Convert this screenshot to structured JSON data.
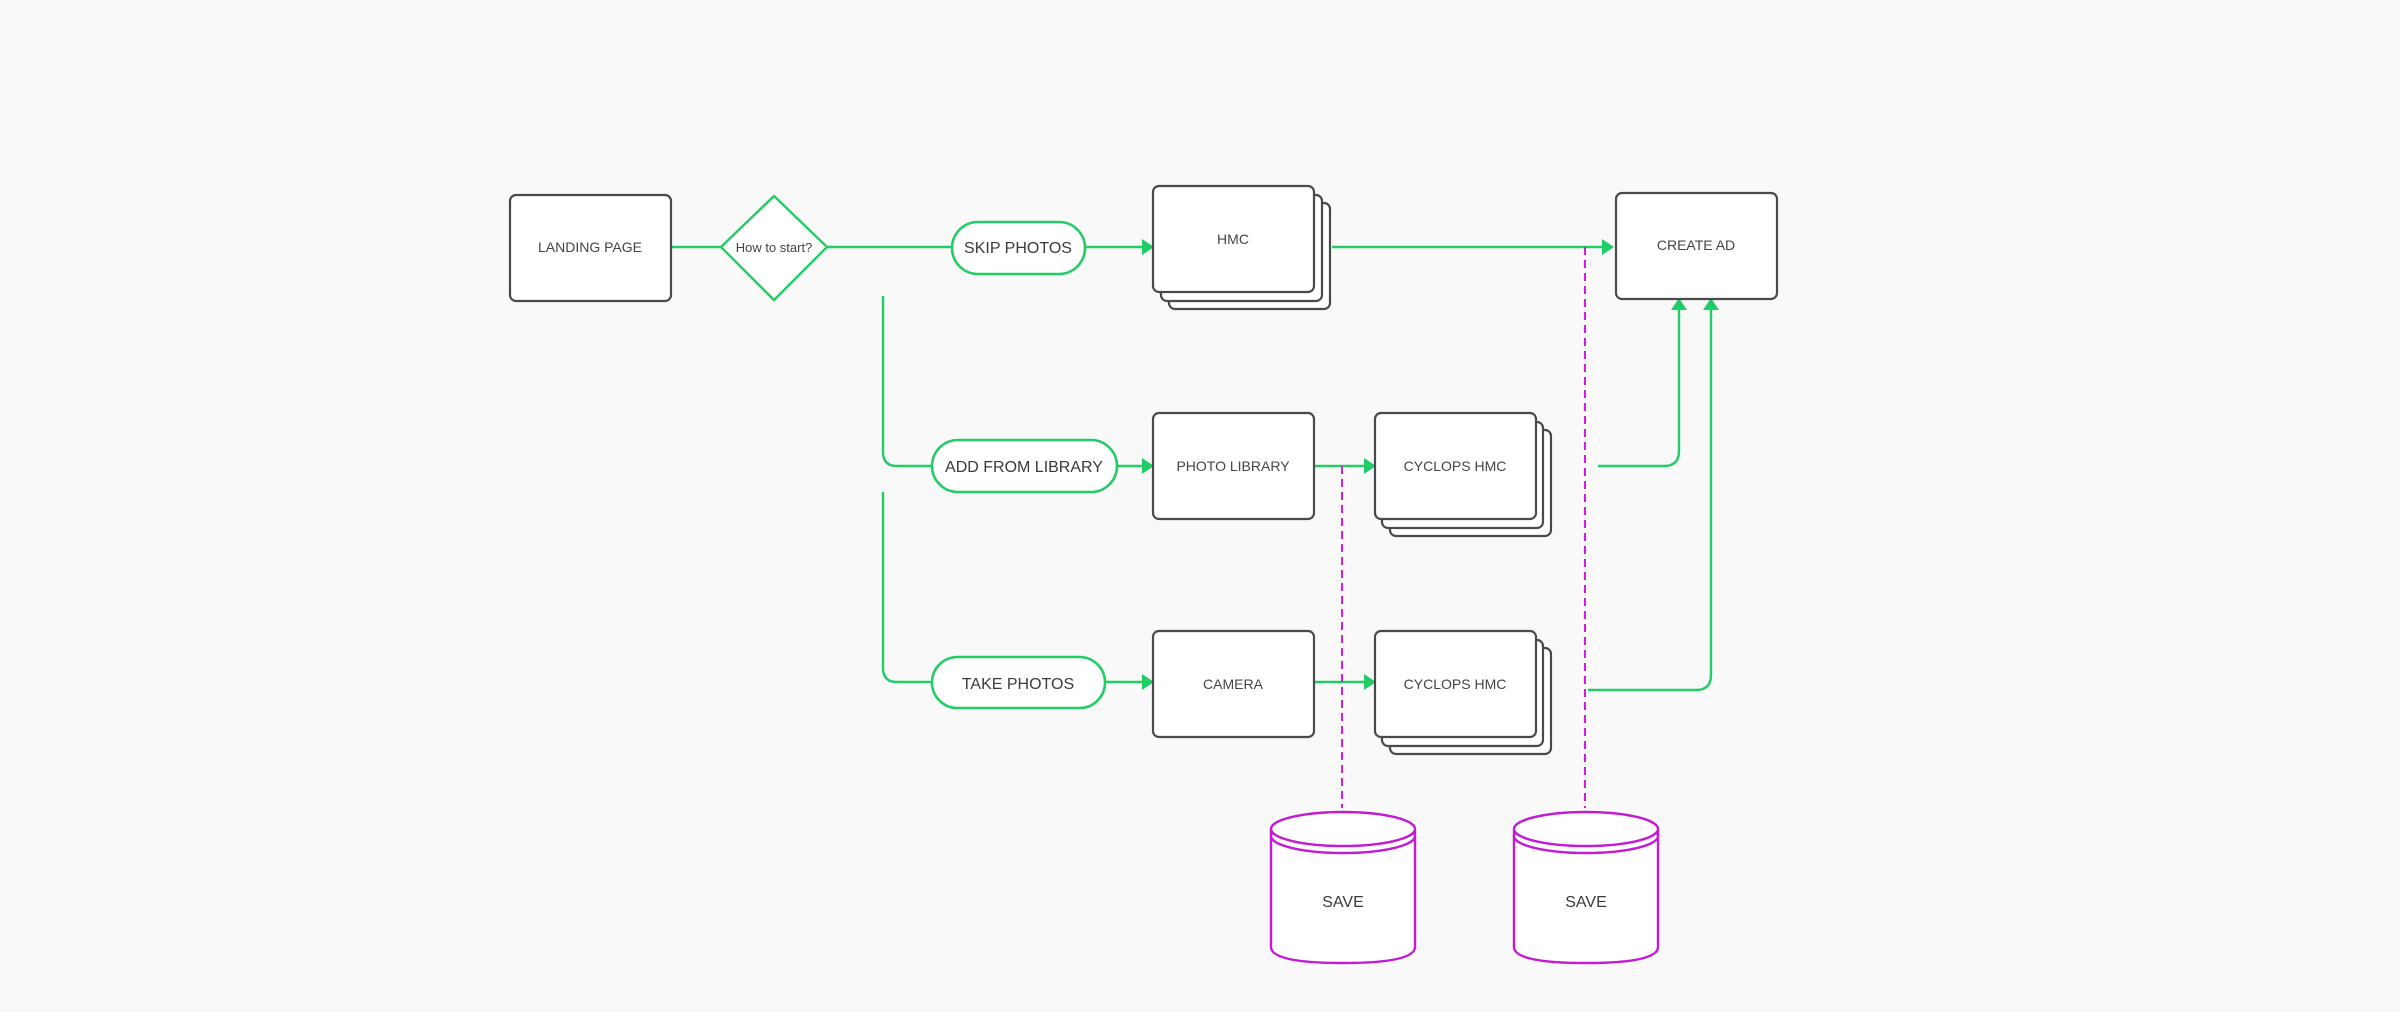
{
  "colors": {
    "flow": "#22cc66",
    "node_border": "#4a4a4a",
    "save": "#c31ad4",
    "background": "#f9f9f9"
  },
  "nodes": {
    "landing_page": "LANDING PAGE",
    "decision": "How to start?",
    "skip_photos": "SKIP PHOTOS",
    "add_from_library": "ADD FROM LIBRARY",
    "take_photos": "TAKE PHOTOS",
    "hmc": "HMC",
    "photo_library": "PHOTO LIBRARY",
    "camera": "CAMERA",
    "cyclops_hmc_1": "CYCLOPS HMC",
    "cyclops_hmc_2": "CYCLOPS HMC",
    "create_ad": "CREATE AD",
    "save_1": "SAVE",
    "save_2": "SAVE"
  }
}
